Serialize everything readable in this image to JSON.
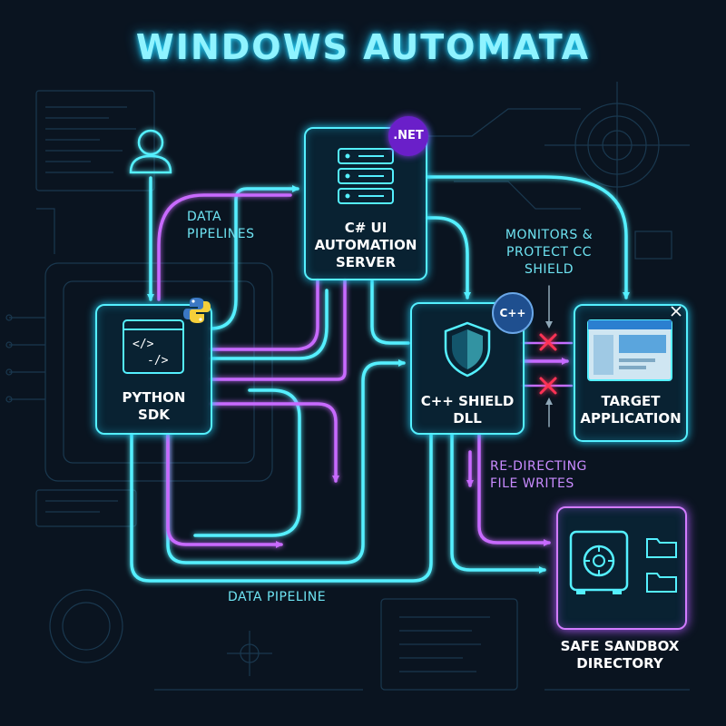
{
  "title": "WINDOWS AUTOMATA",
  "nodes": {
    "python_sdk": {
      "line1": "PYTHON",
      "line2": "SDK"
    },
    "csharp_server": {
      "line1": "C# UI",
      "line2": "AUTOMATION",
      "line3": "SERVER",
      "badge": ".NET"
    },
    "cpp_shield": {
      "line1": "C++ SHIELD",
      "line2": "DLL",
      "badge": "C++"
    },
    "target_app": {
      "line1": "TARGET",
      "line2": "APPLICATION"
    },
    "sandbox": {
      "line1": "SAFE SANDBOX",
      "line2": "DIRECTORY"
    }
  },
  "edge_labels": {
    "data_pipelines": {
      "line1": "DATA",
      "line2": "PIPELINES"
    },
    "monitors": {
      "line1": "MONITORS &",
      "line2": "PROTECT CC",
      "line3": "SHIELD"
    },
    "redirecting": {
      "line1": "RE-DIRECTING",
      "line2": "FILE WRITES"
    },
    "data_pipeline": "DATA PIPELINE"
  },
  "code_icon": {
    "top": "</>",
    "bottom": "-/>"
  },
  "colors": {
    "cyan": "#54f0ff",
    "violet": "#c86bff",
    "red": "#ff3355",
    "net": "#6a1fc9",
    "background": "#0a1420"
  }
}
